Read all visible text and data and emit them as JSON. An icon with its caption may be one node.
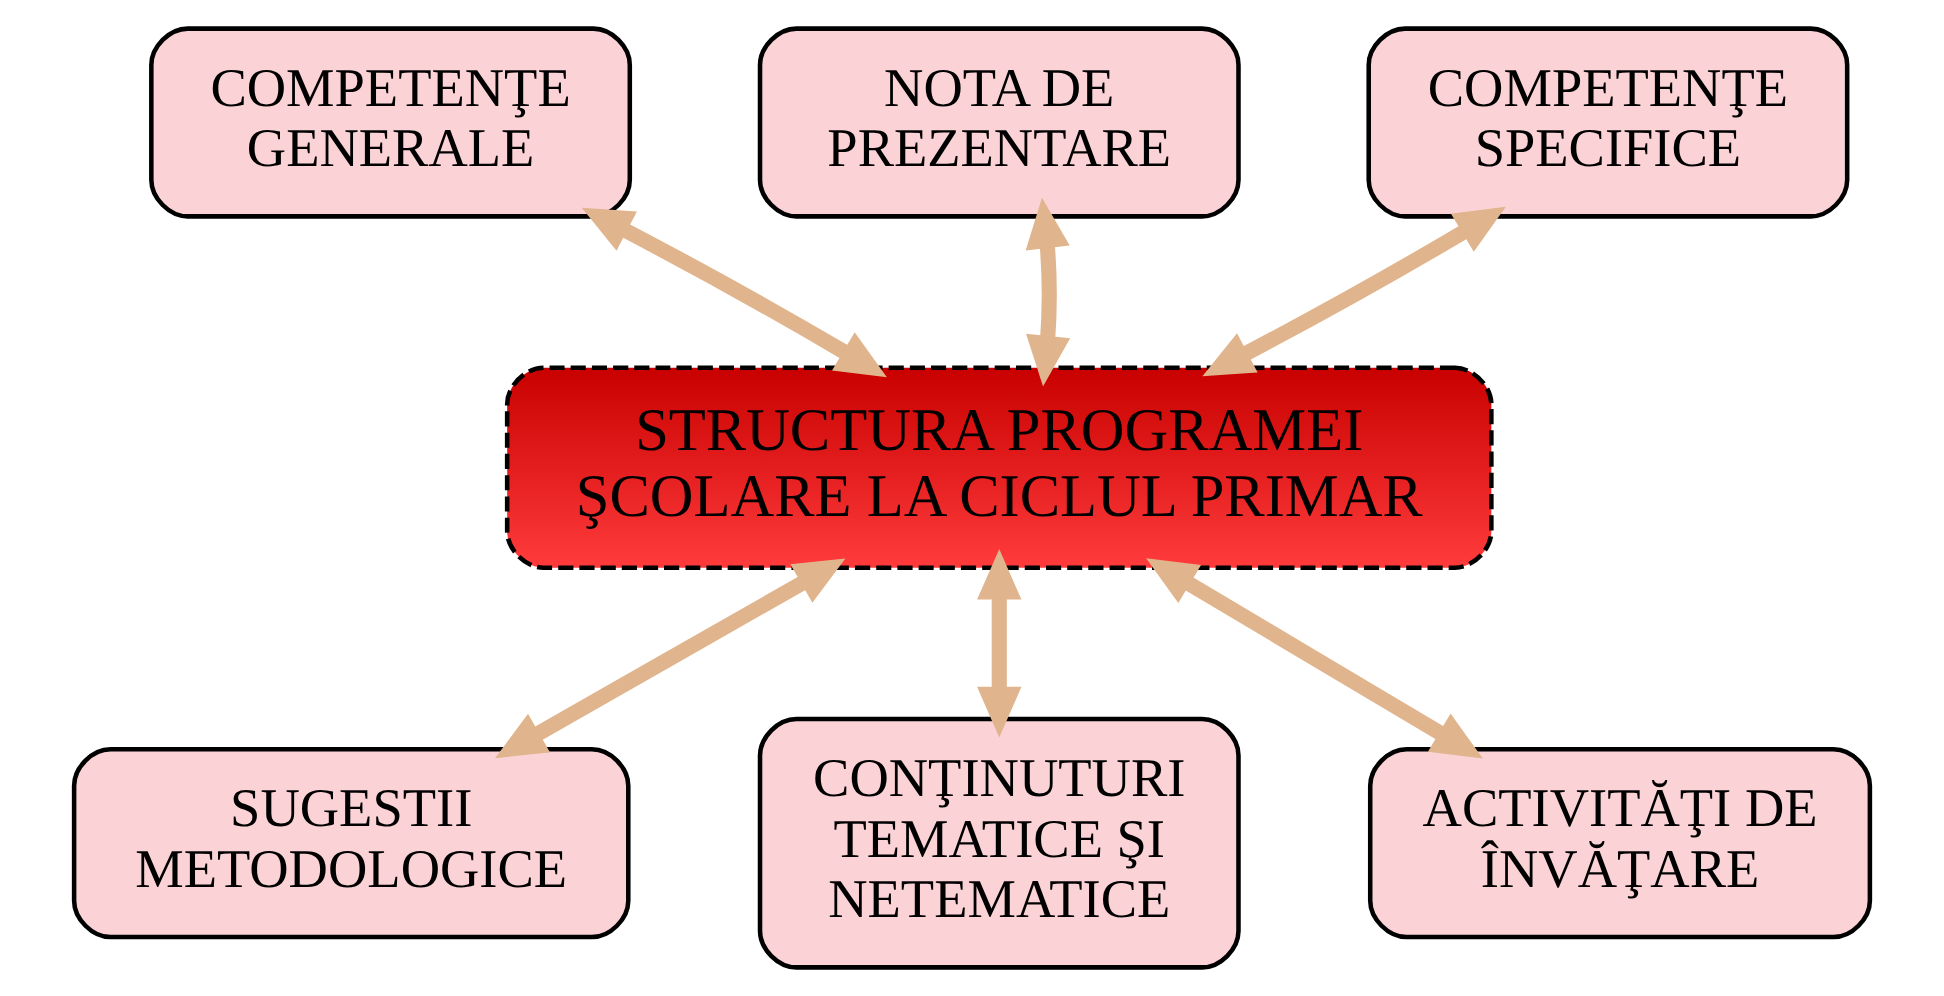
{
  "diagram": {
    "nodes": [
      {
        "text": [
          "COMPETENŢE GENERALE"
        ]
      },
      {
        "text": [
          "NOTA DE PREZENTARE"
        ]
      },
      {
        "text": [
          "COMPETENŢE SPECIFICE"
        ]
      },
      {
        "text": [
          "STRUCTURA PROGRAMEI ŞCOLARE LA CICLUL PRIMAR"
        ]
      },
      {
        "text": [
          "SUGESTII METODOLOGICE"
        ]
      },
      {
        "text": [
          "CONŢINUTURI TEMATICE ŞI NETEMATICE"
        ]
      },
      {
        "text": [
          "ACTIVITĂŢI DE ÎNVĂŢARE"
        ]
      }
    ],
    "edges": [
      {
        "from": 3,
        "to": 1,
        "arrow": "both"
      },
      {
        "from": 3,
        "to": 0,
        "arrow": "both"
      },
      {
        "from": 3,
        "to": 2,
        "arrow": "both"
      },
      {
        "from": 3,
        "to": 4,
        "arrow": "both"
      },
      {
        "from": 3,
        "to": 5,
        "arrow": "both"
      },
      {
        "from": 3,
        "to": 6,
        "arrow": "both"
      }
    ]
  }
}
